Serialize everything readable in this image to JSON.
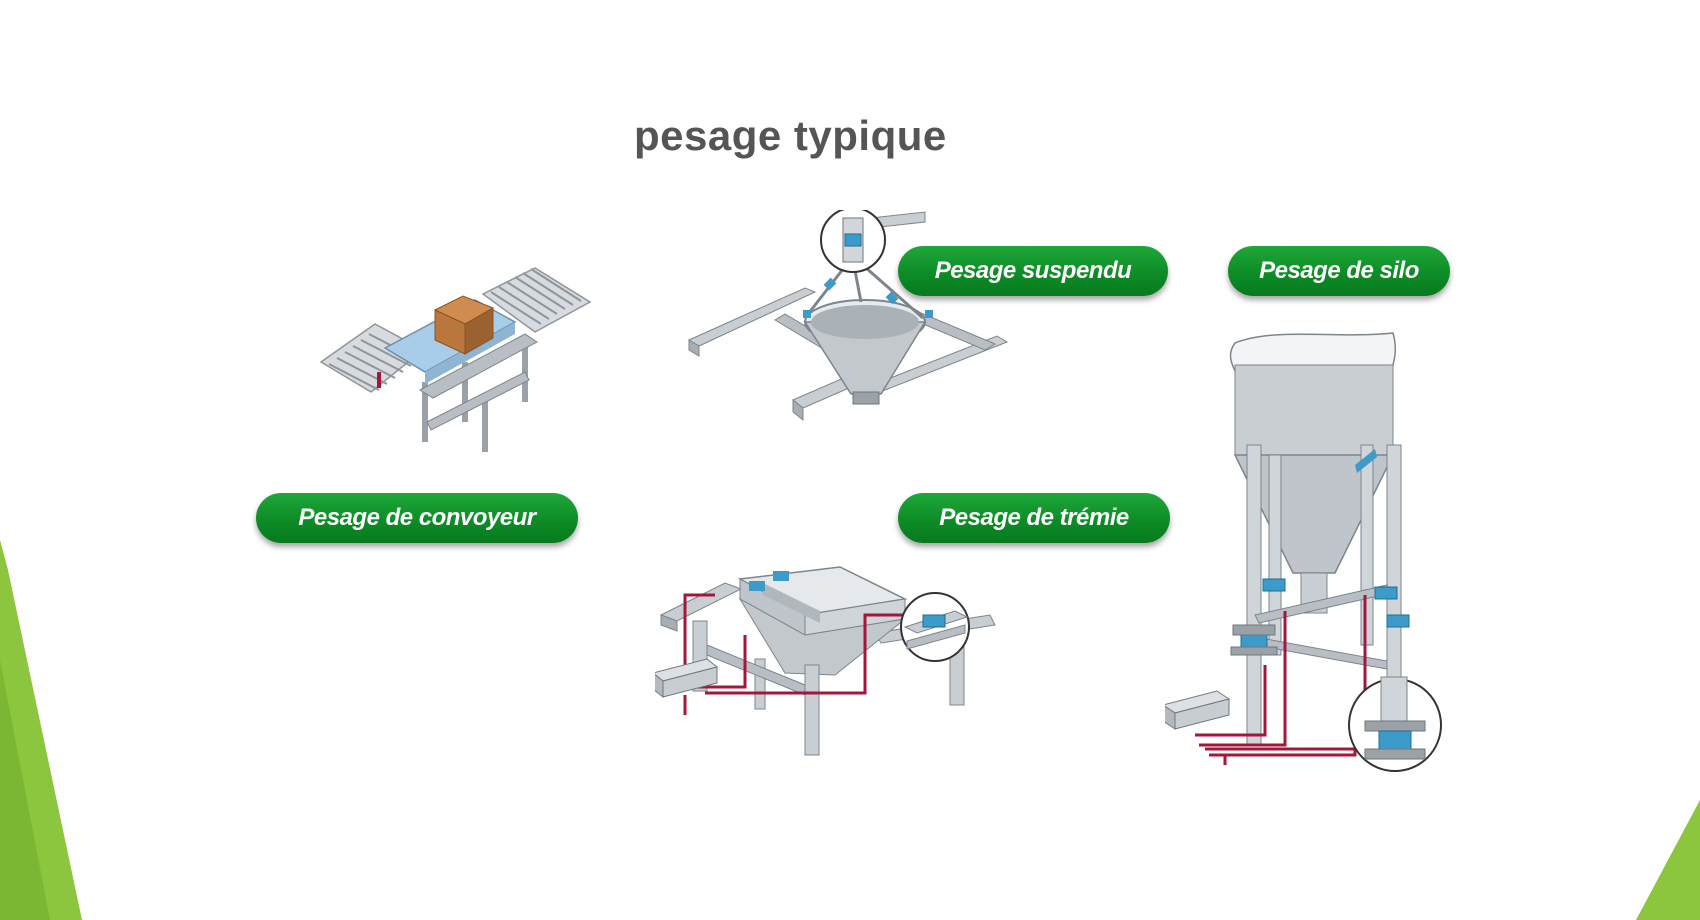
{
  "slide": {
    "title": "pesage typique",
    "labels": {
      "conveyor": "Pesage de convoyeur",
      "suspended": "Pesage suspendu",
      "silo": "Pesage de silo",
      "hopper": "Pesage de trémie"
    }
  },
  "colors": {
    "accent_green": "#0d8c26",
    "corner_green": "#8cc63f",
    "cable_red": "#a3173a",
    "steel": "#c9ced3",
    "box_brown": "#b9773e",
    "belt_blue": "#a9cde8"
  }
}
